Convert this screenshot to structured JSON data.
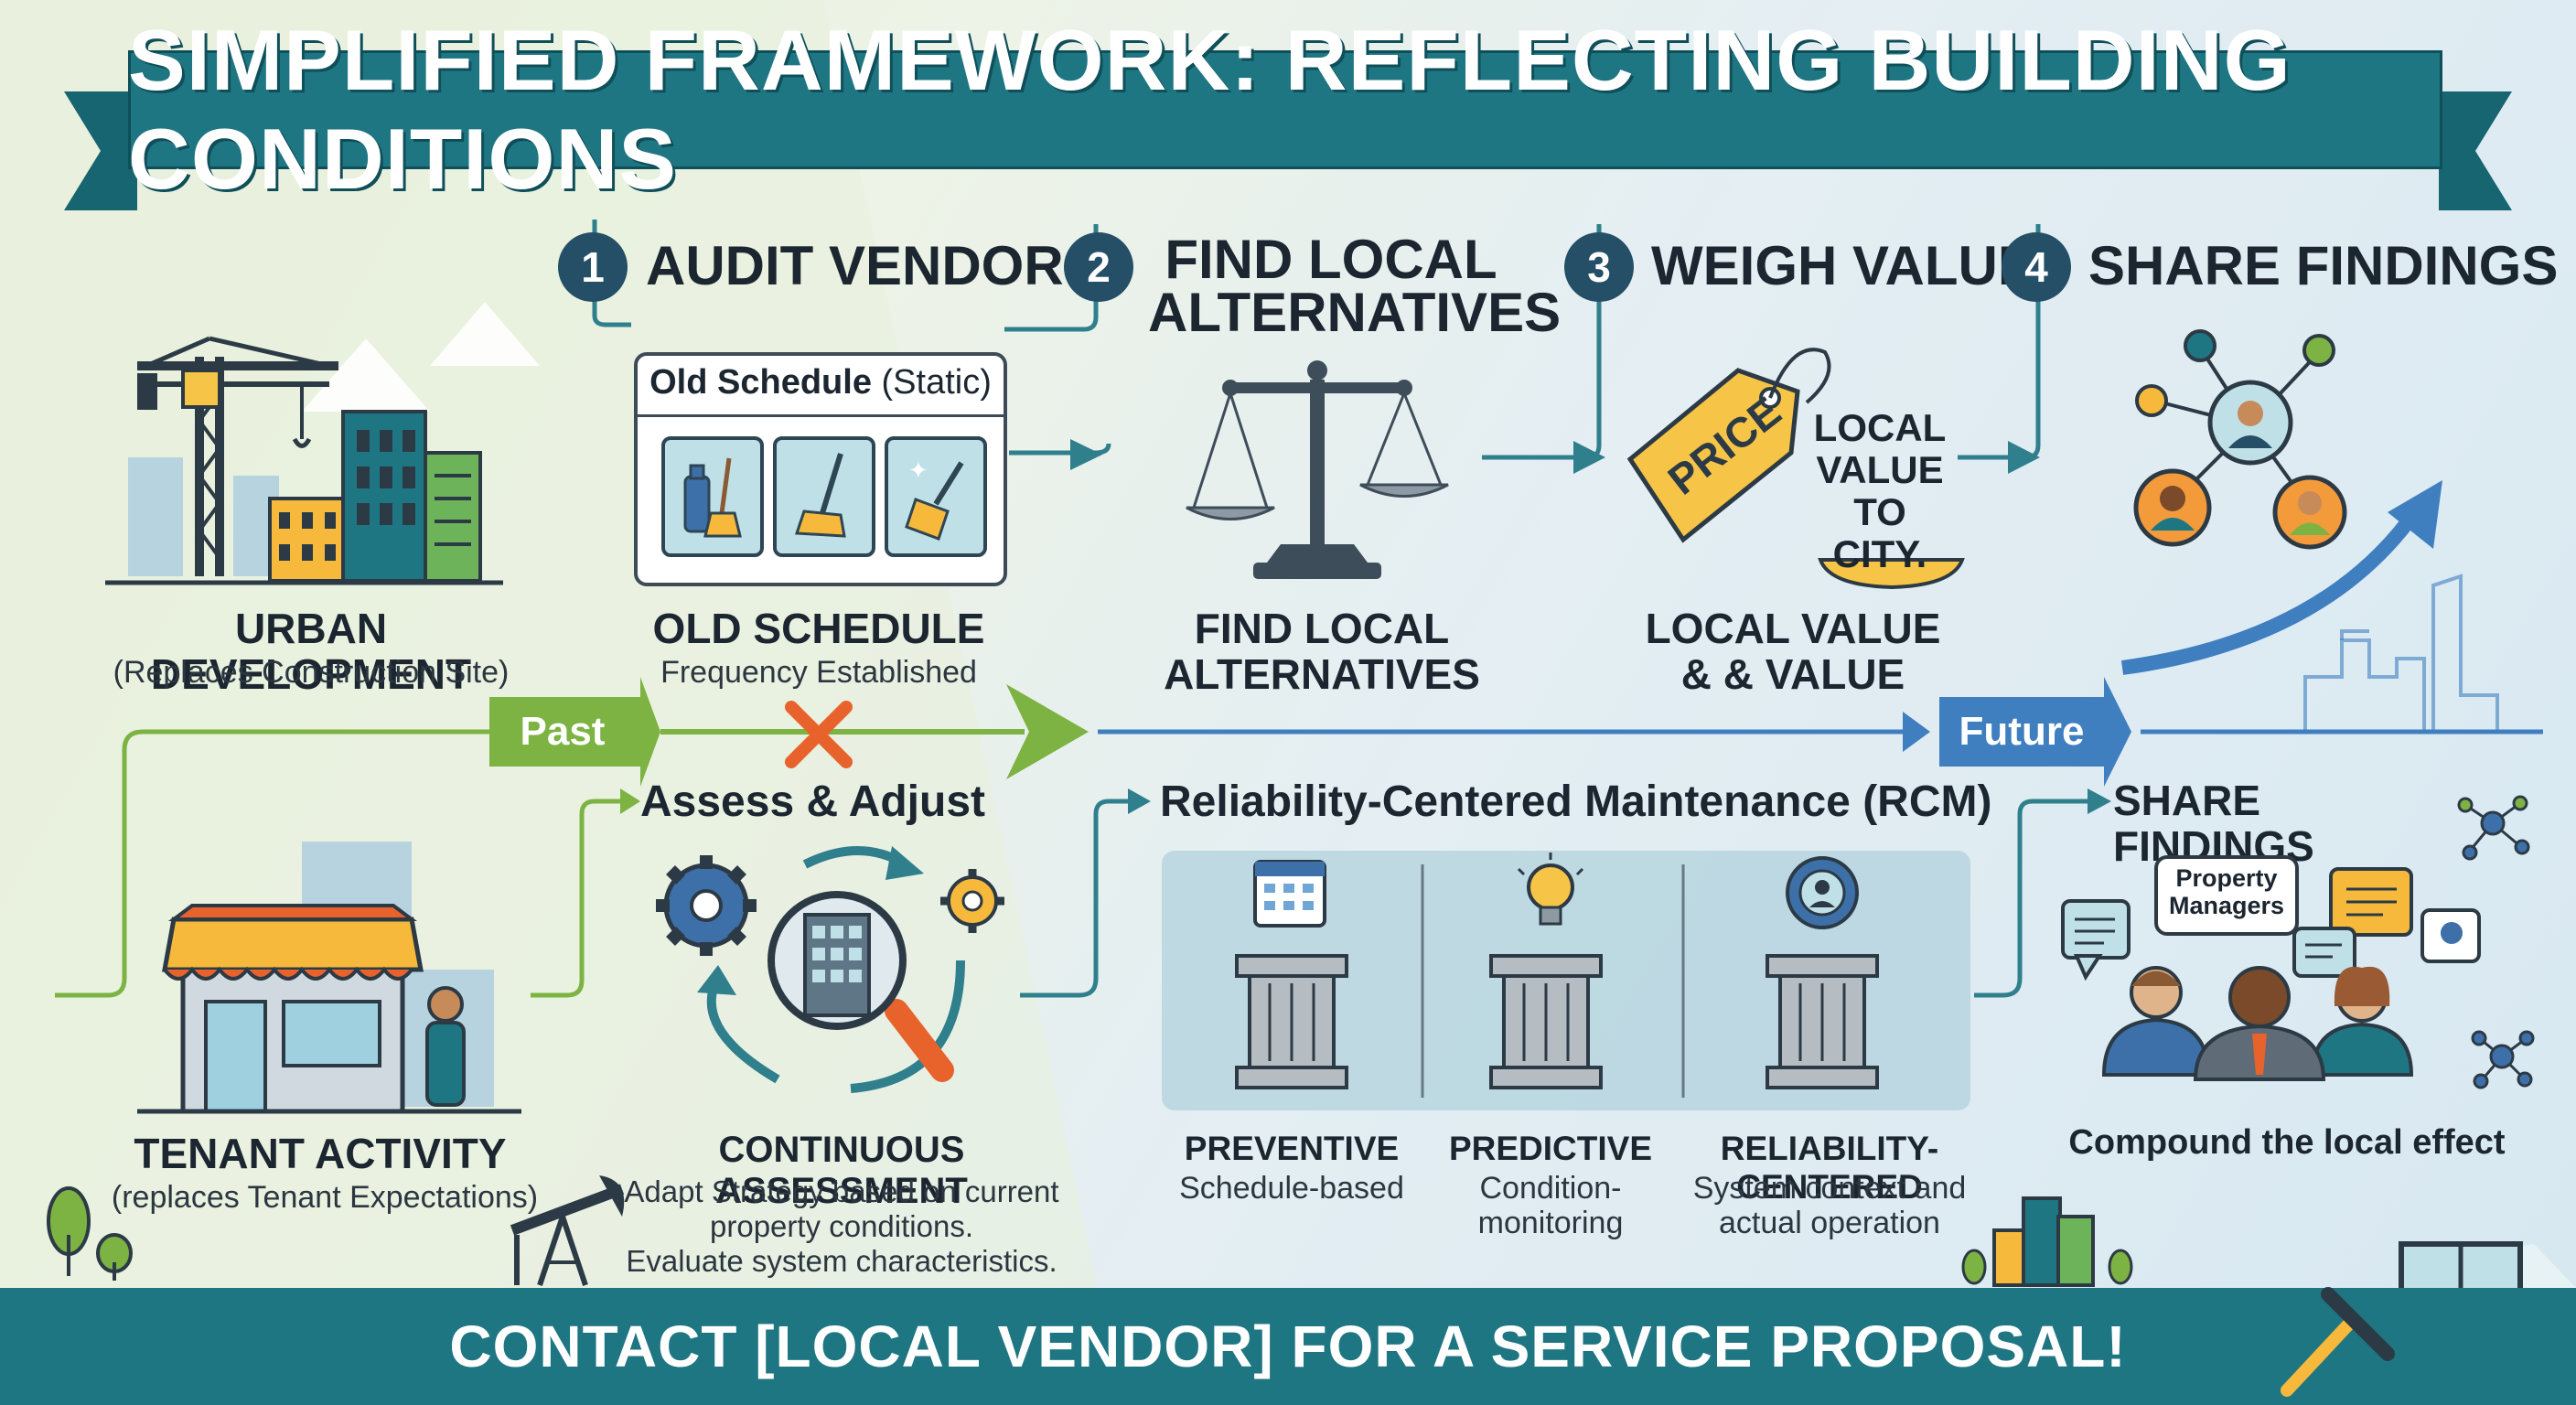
{
  "title": "SIMPLIFIED FRAMEWORK: REFLECTING BUILDING CONDITIONS",
  "steps": [
    {
      "num": "1",
      "title": "AUDIT VENDORS"
    },
    {
      "num": "2",
      "title_line1": "FIND LOCAL",
      "title_line2": "ALTERNATIVES"
    },
    {
      "num": "3",
      "title": "WEIGH VALUE"
    },
    {
      "num": "4",
      "title": "SHARE FINDINGS"
    }
  ],
  "left": {
    "urban_title": "URBAN DEVELOPMENT",
    "urban_sub": "(Replaces Construction Site)",
    "tenant_title": "TENANT ACTIVITY",
    "tenant_sub": "(replaces Tenant Expectations)"
  },
  "old_schedule_card": {
    "title_bold": "Old Schedule",
    "title_rest": " (Static)"
  },
  "old_schedule": {
    "title": "OLD SCHEDULE",
    "sub": "Frequency Established"
  },
  "find_local": {
    "line1": "FIND LOCAL",
    "line2": "ALTERNATIVES"
  },
  "price_tag": {
    "tag": "PRICE",
    "line1": "LOCAL",
    "line2": "VALUE",
    "line3": "TO CITY."
  },
  "local_value": {
    "line1": "LOCAL VALUE",
    "line2": "& & VALUE"
  },
  "timeline": {
    "past": "Past",
    "future": "Future"
  },
  "assess": {
    "title": "Assess & Adjust",
    "caption_title": "CONTINUOUS ASSESSMENT",
    "caption_line1": "Adapt Strategy based on current",
    "caption_line2": "property conditions.",
    "caption_line3": "Evaluate system characteristics."
  },
  "rcm": {
    "title": "Reliability-Centered Maintenance (RCM)",
    "pillars": [
      {
        "title": "PREVENTIVE",
        "sub1": "Schedule-based",
        "sub2": ""
      },
      {
        "title": "PREDICTIVE",
        "sub1": "Condition-",
        "sub2": "monitoring"
      },
      {
        "title": "RELIABILITY-CENTERED",
        "sub1": "System context and",
        "sub2": "actual operation"
      }
    ]
  },
  "share": {
    "title": "SHARE FINDINGS",
    "bubble_line1": "Property",
    "bubble_line2": "Managers",
    "caption": "Compound the local effect"
  },
  "cta": "CONTACT [LOCAL VENDOR] FOR A SERVICE PROPOSAL!",
  "colors": {
    "banner": "#1f7683",
    "step_circle": "#244f66",
    "past_arrow": "#7cb342",
    "future_arrow": "#3f7fc0",
    "connector": "#2f7f8c",
    "cross": "#e8622c"
  },
  "icons": [
    "construction-crane-icon",
    "storefront-icon",
    "cleaning-spray-icon",
    "broom-icon",
    "sparkle-broom-icon",
    "balance-scale-icon",
    "price-tag-icon",
    "network-people-icon",
    "gear-icon",
    "magnifier-building-icon",
    "calendar-icon",
    "lightbulb-icon",
    "gear-person-icon",
    "pillar-icon",
    "chat-bubble-icon",
    "squeegee-window-icon"
  ]
}
